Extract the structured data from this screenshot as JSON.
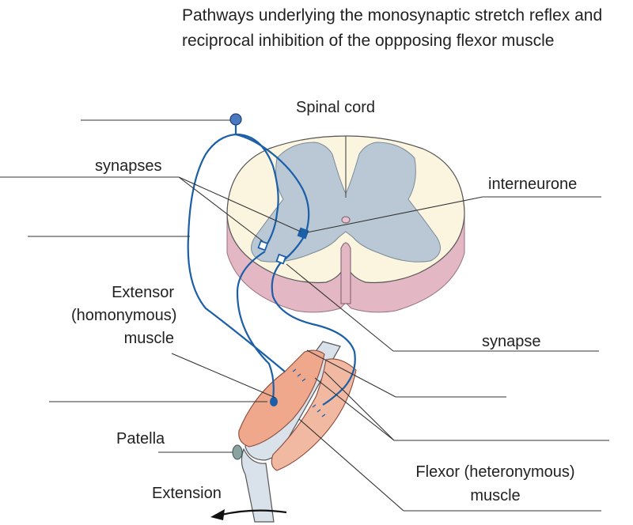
{
  "title": "Pathways underlying the monosynaptic stretch reflex and reciprocal inhibition of the oppposing flexor muscle",
  "labels": {
    "spinal_cord": "Spinal cord",
    "synapses": "synapses",
    "interneurone": "interneurone",
    "extensor": "Extensor (homonymous) muscle",
    "synapse": "synapse",
    "patella": "Patella",
    "flexor": "Flexor (heteronymous) muscle",
    "extension": "Extension"
  },
  "colors": {
    "neuron": "#1a5fa8",
    "grey_matter": "#b9c8d4",
    "white_matter": "#fbf5df",
    "cord_side": "#e3b7c4",
    "muscle": "#efa88c",
    "bone": "#d9e2ea",
    "line": "#333333"
  }
}
